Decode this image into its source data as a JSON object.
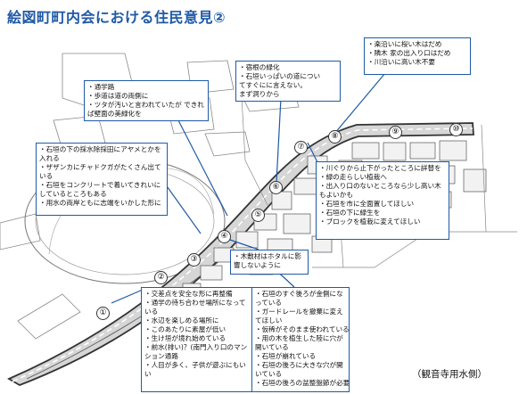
{
  "title": "絵図町町内会における住民意見②",
  "caption": "（観音寺用水側）",
  "markers": [
    "①",
    "②",
    "③",
    "④",
    "⑤",
    "⑥",
    "⑦",
    "⑧",
    "⑨",
    "⑩"
  ],
  "comments": [
    {
      "id": "box1",
      "lines": [
        "・楽沿いに桜い木はだめ",
        "・隣木 家の出入り口はだめ",
        "・川沿いに高い木不要"
      ]
    },
    {
      "id": "box2",
      "lines": [
        "・宿根の緑化",
        "・石垣いっぱいの道につい",
        "てすぐにに言えない。",
        "まず洞りから"
      ]
    },
    {
      "id": "box3",
      "lines": [
        "・通学路",
        "・歩道は道の両側に",
        "・ツタが汚いと言われていたが できれば壁面の美緑化を"
      ]
    },
    {
      "id": "box4",
      "lines": [
        "・石垣の下の採水除採田にアヤメとかを入れる",
        "・ザザンカにチャドクガがたくさん出ている",
        "・石垣をコンクリートで着いてきれいにしているところもある",
        "・用水の両岸ともに志端をいかした形に"
      ]
    },
    {
      "id": "box5",
      "lines": [
        "・川ぐりから止下がったところに詳替を",
        "・緑の走らしい植栽へ",
        "・出入り口のないところなら少し高い木もよいかも",
        "・石垣を市に全面置してほしい",
        "・石垣の下に緑生を",
        "・ブロックを植栽に変えてほしい"
      ]
    },
    {
      "id": "box6",
      "lines": [
        "・木敷材はホタルに影響しないように"
      ]
    },
    {
      "id": "box7",
      "lines": [
        "・交差点を安全な形に再整備",
        "・通学の待ち合わせ場所になっている",
        "・水辺を楽しめる場所に",
        "・このあたりに素屋が低い",
        "・生け垣が境れ始めている",
        "・前水(排い)？(南門入り口のマンション通路",
        "・人目が多く、子供が遊ぶにもいい"
      ]
    },
    {
      "id": "box8",
      "lines": [
        "・石垣のすぐ後ろが金側になっている",
        "・ガードレールを撤棄に変えてほしい",
        "・仮稀がそのまま使われている",
        "・用の木を植生した陸に穴が開いている",
        "・石垣が崩れている",
        "・石垣の後ろに大きな穴が開いている",
        "・石垣の後ろの盆整盤節が必要"
      ]
    }
  ]
}
